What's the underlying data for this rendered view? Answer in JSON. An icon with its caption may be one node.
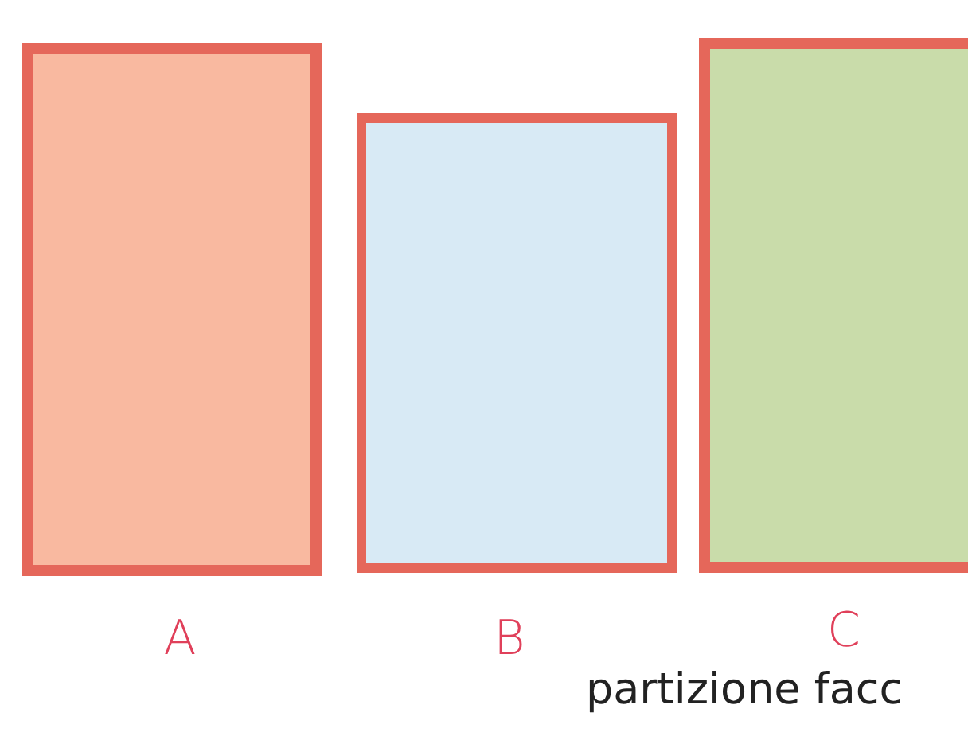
{
  "diagram": {
    "nodes": [
      {
        "text": [],
        "shape": "box",
        "beside": [
          "A"
        ]
      },
      {
        "text": [],
        "shape": "box",
        "beside": [
          "B"
        ]
      },
      {
        "text": [],
        "shape": "box",
        "beside": [
          "C"
        ]
      }
    ],
    "labels": [
      "partizione facc"
    ]
  }
}
